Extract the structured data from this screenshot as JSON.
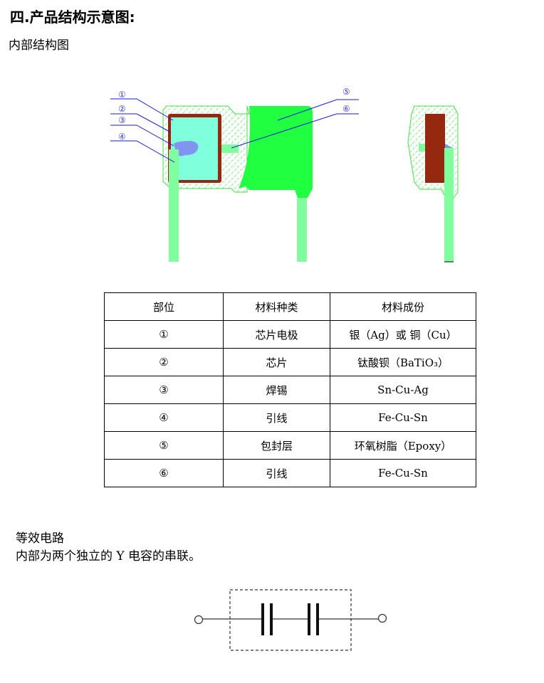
{
  "title": "四.产品结构示意图:",
  "subtitle": "内部结构图",
  "diagram_labels": [
    "①",
    "②",
    "③",
    "④",
    "⑤",
    "⑥"
  ],
  "table": {
    "headers": [
      "部位",
      "材料种类",
      "材料成份"
    ],
    "rows": [
      [
        "①",
        "芯片电极",
        "银（Ag）或 铜（Cu）"
      ],
      [
        "②",
        "芯片",
        "钛酸钡（BaTiO₃）"
      ],
      [
        "③",
        "焊锡",
        "Sn-Cu-Ag"
      ],
      [
        "④",
        "引线",
        "Fe-Cu-Sn"
      ],
      [
        "⑤",
        "包封层",
        "环氧树脂（Epoxy）"
      ],
      [
        "⑥",
        "引线",
        "Fe-Cu-Sn"
      ]
    ]
  },
  "equivalent": {
    "heading": "等效电路",
    "text": "内部为两个独立的 Y 电容的串联。"
  },
  "colors": {
    "electrode": "#962810",
    "chip": "#80ffdc",
    "solder": "#8094f0",
    "lead": "#80ff9f",
    "epoxy": "#20ff40",
    "leader": "#1a1ae0"
  }
}
